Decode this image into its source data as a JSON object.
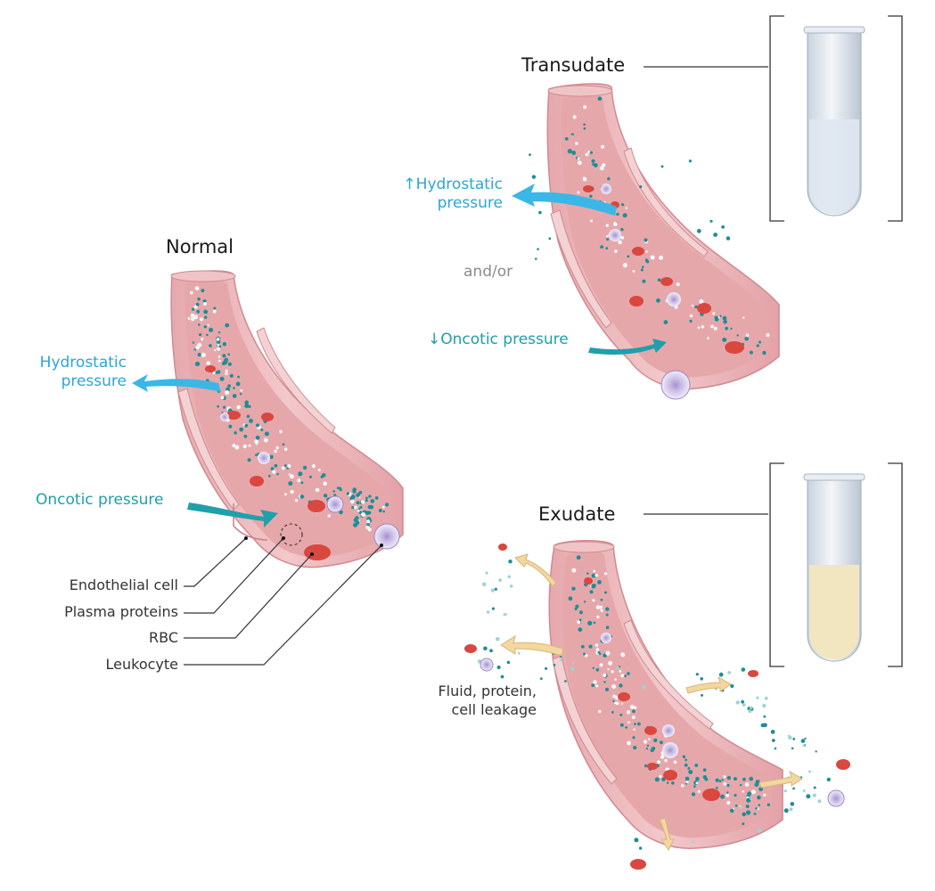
{
  "titles": {
    "normal": "Normal",
    "transudate": "Transudate",
    "exudate": "Exudate"
  },
  "normal": {
    "hydrostatic_line1": "Hydrostatic",
    "hydrostatic_line2": "pressure",
    "oncotic": "Oncotic pressure"
  },
  "transudate": {
    "hydrostatic_line1": "↑Hydrostatic",
    "hydrostatic_line2": "pressure",
    "connector": "and/or",
    "oncotic": "↓Oncotic pressure"
  },
  "exudate": {
    "leak_line1": "Fluid, protein,",
    "leak_line2": "cell leakage"
  },
  "legend": [
    "Endothelial cell",
    "Plasma proteins",
    "RBC",
    "Leukocyte"
  ],
  "colors": {
    "vessel": "#e9b4b7",
    "lumen": "#e8a9ad",
    "rbc": "#d9473f",
    "protein": "#1d8e96",
    "leukocyte": "#d9d0ef",
    "hydrostatic_arrow": "#3ab7e6",
    "oncotic_arrow": "#1fa0aa",
    "leak_arrow": "#f2d7a0",
    "transudate_fluid": "#dfe7f1",
    "exudate_fluid": "#f1e6bf"
  }
}
